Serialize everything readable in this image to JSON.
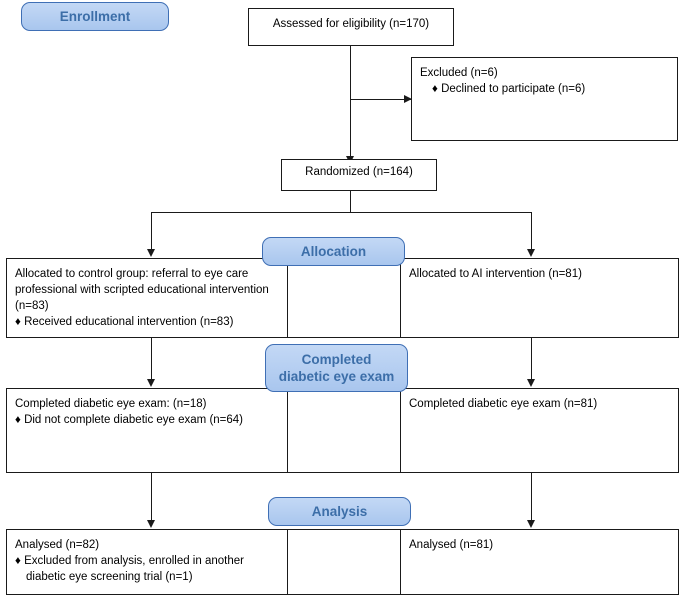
{
  "diagram": {
    "title": "CONSORT participant flow diagram",
    "accent_color": "#a9c6ee",
    "accent_border_color": "#3f6fb5",
    "accent_text_color": "#3c6ea8",
    "line_color": "#1a1a1a"
  },
  "stages": {
    "enrollment": "Enrollment",
    "allocation": "Allocation",
    "completed_exam_line1": "Completed",
    "completed_exam_line2": "diabetic eye exam",
    "analysis": "Analysis"
  },
  "boxes": {
    "assessed": {
      "text": "Assessed for eligibility (n=170)"
    },
    "excluded": {
      "line1": "Excluded (n=6)",
      "line2": "♦ Declined to participate (n=6)"
    },
    "randomized": {
      "text": "Randomized (n=164)"
    },
    "allocation_control": {
      "line1": "Allocated to control group: referral to eye care professional with scripted educational intervention (n=83)",
      "line2": "♦ Received educational intervention (n=83)"
    },
    "allocation_intervention": {
      "line1": "Allocated to AI intervention (n=81)"
    },
    "exam_control": {
      "line1": "Completed diabetic eye exam: (n=18)",
      "line2": "♦ Did not complete diabetic eye exam (n=64)"
    },
    "exam_intervention": {
      "line1": "Completed diabetic eye exam (n=81)"
    },
    "analysis_control": {
      "line1": "Analysed (n=82)",
      "line2": "♦ Excluded from analysis, enrolled in another diabetic eye screening trial (n=1)"
    },
    "analysis_intervention": {
      "line1": "Analysed (n=81)"
    }
  },
  "chart_data": {
    "type": "diagram",
    "title": "CONSORT flow diagram",
    "nodes": [
      {
        "id": "assessed",
        "stage": "Enrollment",
        "label": "Assessed for eligibility",
        "n": 170
      },
      {
        "id": "excluded",
        "stage": "Enrollment",
        "label": "Excluded",
        "n": 6,
        "details": [
          {
            "label": "Declined to participate",
            "n": 6
          }
        ]
      },
      {
        "id": "randomized",
        "stage": "Enrollment",
        "label": "Randomized",
        "n": 164
      },
      {
        "id": "allocation_control",
        "stage": "Allocation",
        "label": "Allocated to control group: referral to eye care professional with scripted educational intervention",
        "n": 83,
        "details": [
          {
            "label": "Received educational intervention",
            "n": 83
          }
        ]
      },
      {
        "id": "allocation_intervention",
        "stage": "Allocation",
        "label": "Allocated to AI intervention",
        "n": 81,
        "details": []
      },
      {
        "id": "exam_control",
        "stage": "Completed diabetic eye exam",
        "label": "Completed diabetic eye exam",
        "n": 18,
        "details": [
          {
            "label": "Did not complete diabetic eye exam",
            "n": 64
          }
        ]
      },
      {
        "id": "exam_intervention",
        "stage": "Completed diabetic eye exam",
        "label": "Completed diabetic eye exam",
        "n": 81,
        "details": []
      },
      {
        "id": "analysis_control",
        "stage": "Analysis",
        "label": "Analysed",
        "n": 82,
        "details": [
          {
            "label": "Excluded from analysis, enrolled in another diabetic eye screening trial",
            "n": 1
          }
        ]
      },
      {
        "id": "analysis_intervention",
        "stage": "Analysis",
        "label": "Analysed",
        "n": 81,
        "details": []
      }
    ],
    "edges": [
      {
        "from": "assessed",
        "to": "randomized"
      },
      {
        "from": "assessed",
        "to": "excluded"
      },
      {
        "from": "randomized",
        "to": "allocation_control"
      },
      {
        "from": "randomized",
        "to": "allocation_intervention"
      },
      {
        "from": "allocation_control",
        "to": "exam_control"
      },
      {
        "from": "allocation_intervention",
        "to": "exam_intervention"
      },
      {
        "from": "exam_control",
        "to": "analysis_control"
      },
      {
        "from": "exam_intervention",
        "to": "analysis_intervention"
      }
    ]
  }
}
